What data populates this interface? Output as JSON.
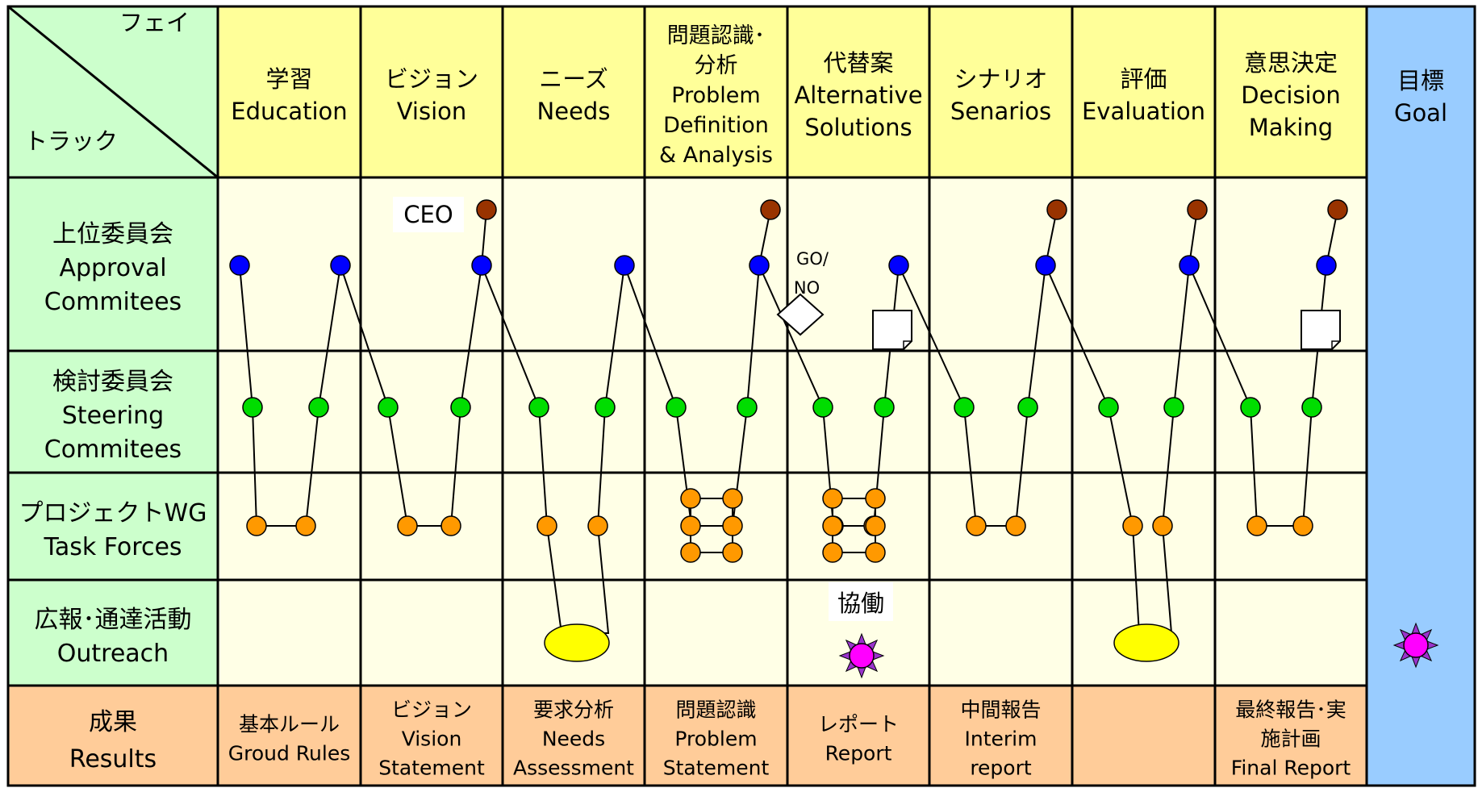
{
  "corner": {
    "phase_label": "フェイ",
    "track_label": "トラック"
  },
  "phases": [
    {
      "lines": [
        "学習",
        "Education"
      ]
    },
    {
      "lines": [
        "ビジョン",
        "Vision"
      ]
    },
    {
      "lines": [
        "ニーズ",
        "Needs"
      ]
    },
    {
      "lines": [
        "問題認識･",
        "分析",
        "Problem",
        "Definition",
        "& Analysis"
      ]
    },
    {
      "lines": [
        "代替案",
        "Alternative",
        "Solutions"
      ]
    },
    {
      "lines": [
        "シナリオ",
        "Senarios"
      ]
    },
    {
      "lines": [
        "評価",
        "Evaluation"
      ]
    },
    {
      "lines": [
        "意思決定",
        "Decision",
        "Making"
      ]
    }
  ],
  "goal": {
    "lines": [
      "目標",
      "Goal"
    ]
  },
  "tracks": [
    {
      "lines": [
        "上位委員会",
        "Approval",
        "Commitees"
      ]
    },
    {
      "lines": [
        "検討委員会",
        "Steering",
        "Commitees"
      ]
    },
    {
      "lines": [
        "プロジェクトWG",
        "Task Forces"
      ]
    },
    {
      "lines": [
        "広報･通達活動",
        "Outreach"
      ]
    }
  ],
  "results": {
    "label": [
      "成果",
      "Results"
    ],
    "cells": [
      [
        "基本ルール",
        "Groud Rules"
      ],
      [
        "ビジョン",
        "Vision",
        "Statement"
      ],
      [
        "要求分析",
        "Needs",
        "Assessment"
      ],
      [
        "問題認識",
        "Problem",
        "Statement"
      ],
      [
        "レポート",
        "Report"
      ],
      [
        "中間報告",
        "Interim",
        "report"
      ],
      [],
      [
        "最終報告･実",
        "施計画",
        "Final  Report"
      ]
    ]
  },
  "annotations": {
    "ceo": "CEO",
    "go_no": [
      "GO/",
      "NO"
    ],
    "collaboration": "協働"
  },
  "colors": {
    "header_bg": "#ffff99",
    "cell_bg": "#ffffe6",
    "track_bg": "#ccffcc",
    "goal_bg": "#99ccff",
    "results_bg": "#ffcc99",
    "approval_dot": "#0000ff",
    "steering_dot": "#00dd00",
    "taskforce_dot": "#ff9900",
    "ceo_dot": "#993300",
    "outreach_ellipse": "#ffff00",
    "star": "#ff00ff",
    "star_spikes": "#9933cc"
  }
}
